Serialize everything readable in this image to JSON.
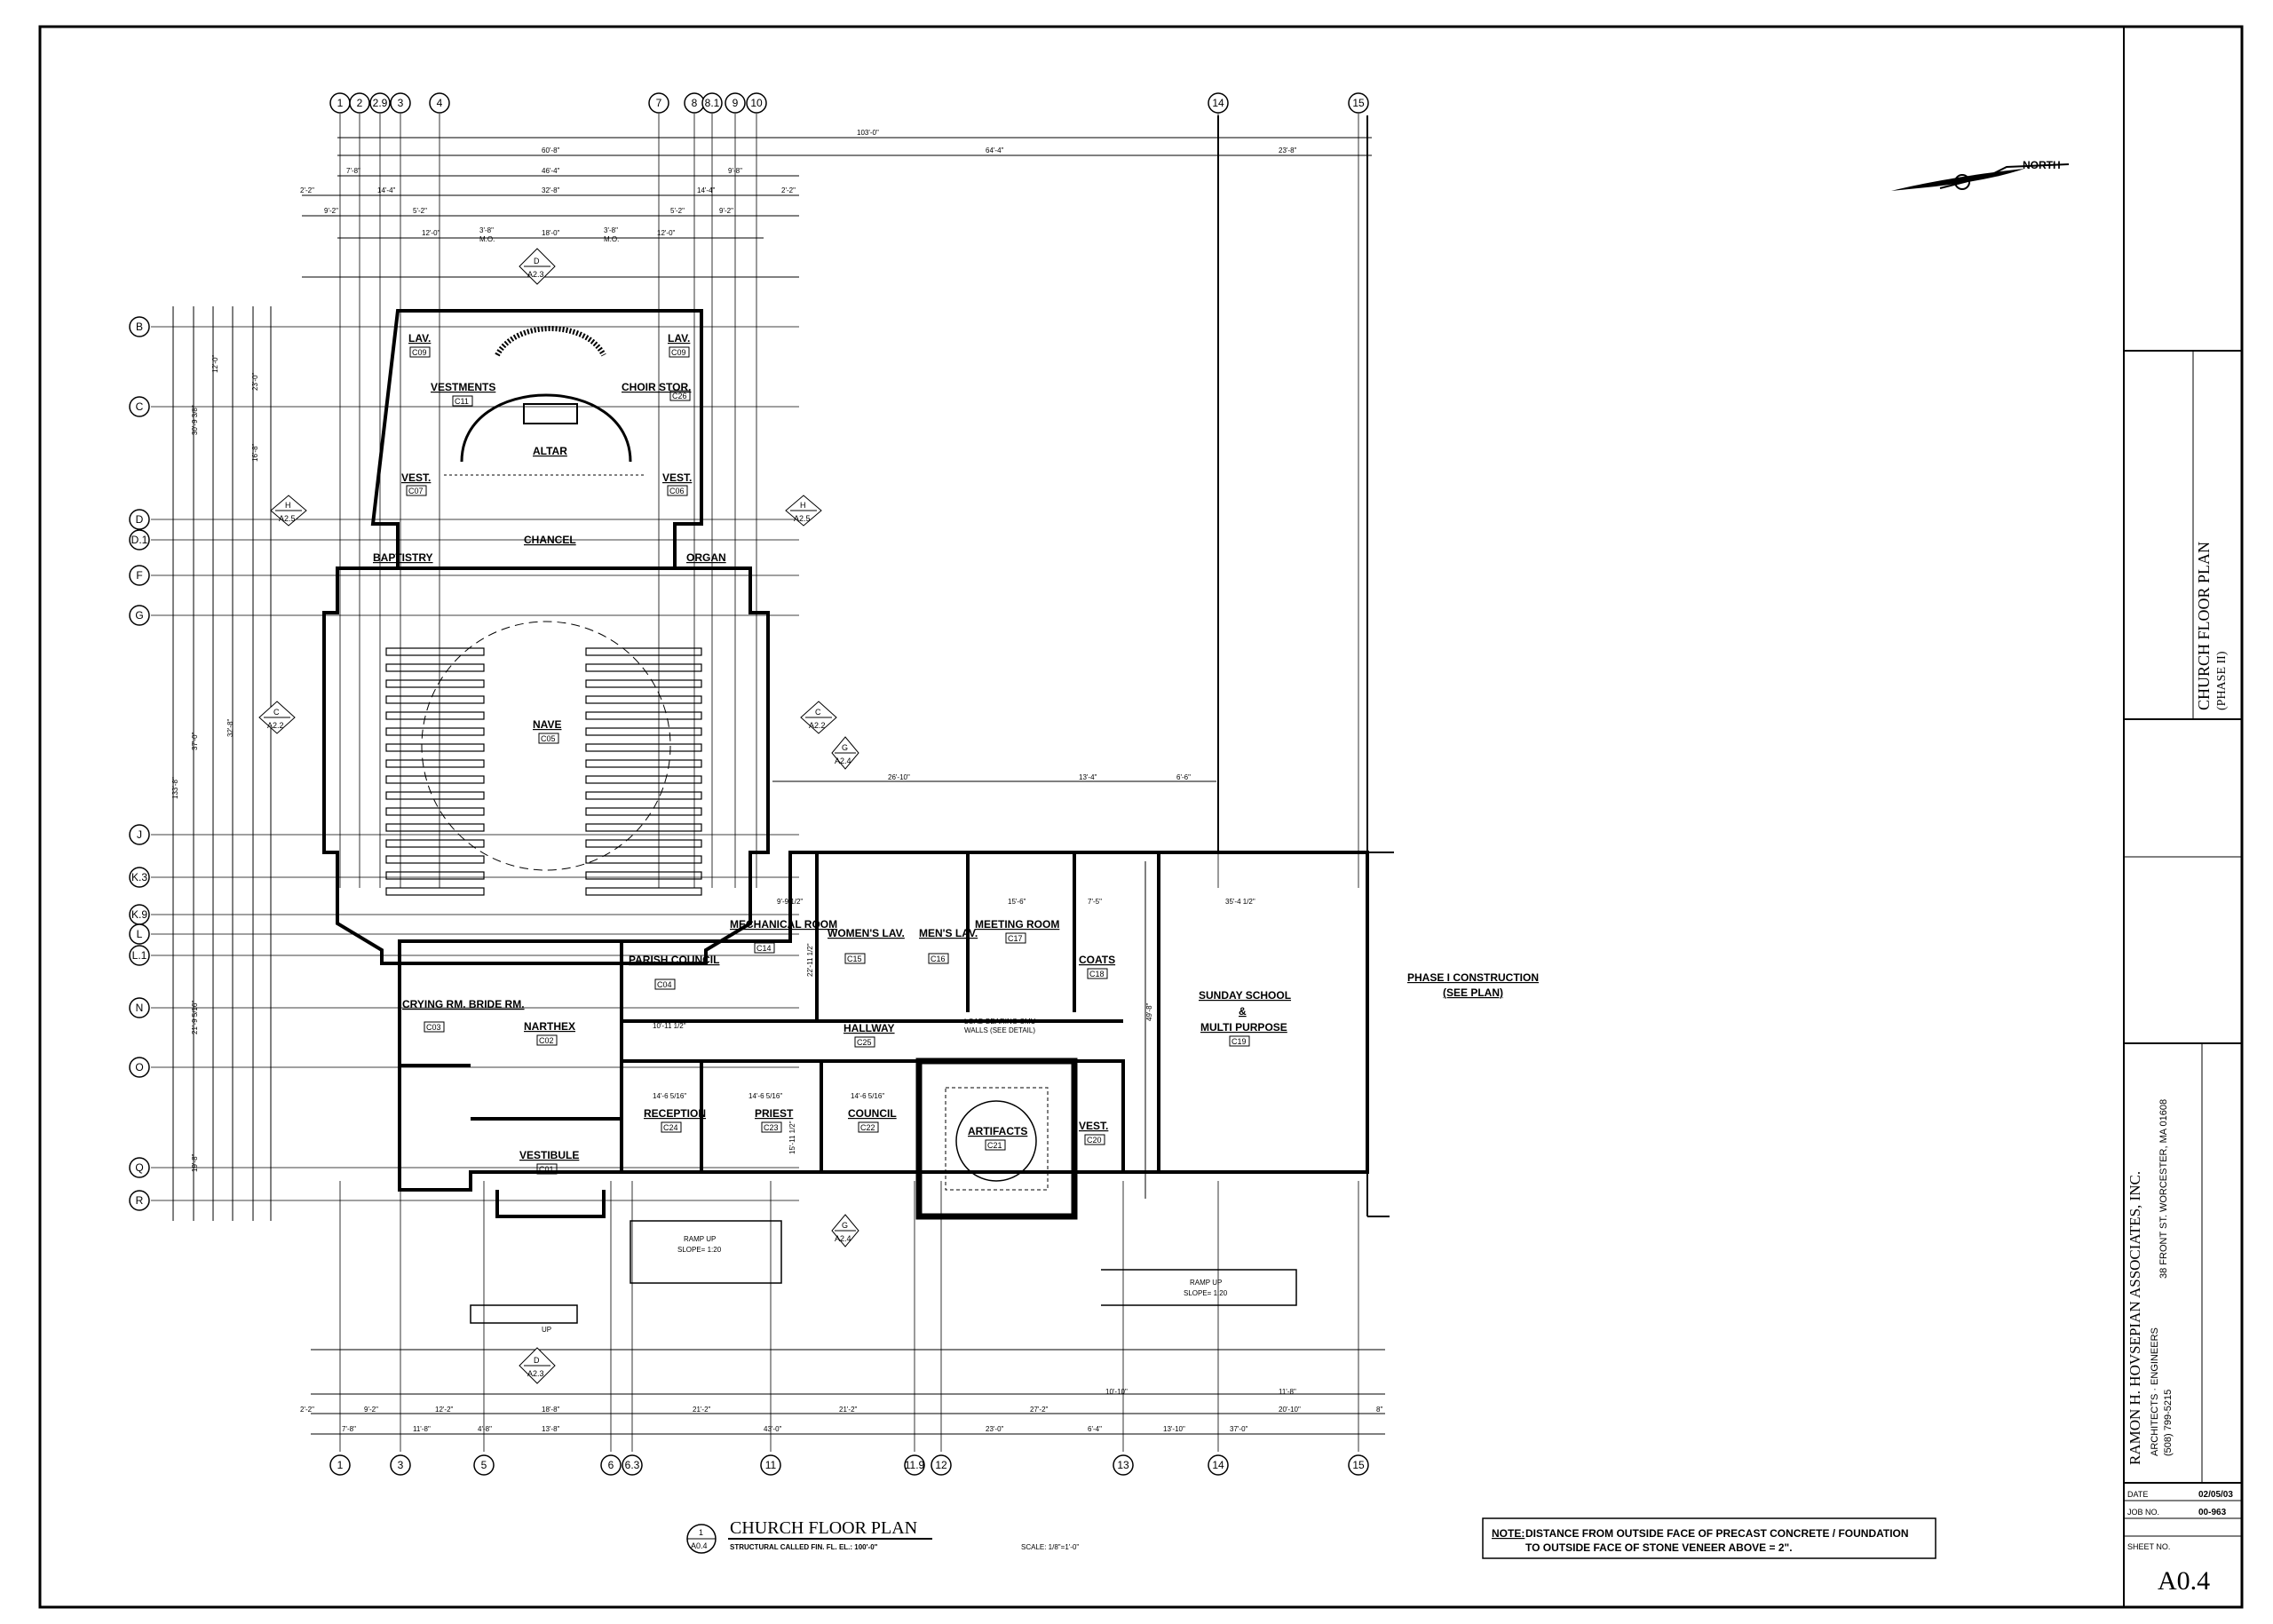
{
  "drawing": {
    "title": "CHURCH FLOOR PLAN",
    "subtitle": "STRUCTURAL CALLED FIN. FL. EL.: 100'-0\"",
    "scale": "SCALE: 1/8\"=1'-0\"",
    "callout_num": "1",
    "callout_sheet": "A0.4",
    "north_label": "NORTH",
    "phase_note_1": "PHASE I CONSTRUCTION",
    "phase_note_2": "(SEE PLAN)",
    "note_label": "NOTE:",
    "note_line1": "DISTANCE FROM OUTSIDE FACE OF PRECAST CONCRETE / FOUNDATION",
    "note_line2": "TO OUTSIDE FACE OF STONE VENEER ABOVE = 2\".",
    "load_note_1": "LOAD BEARING CMU",
    "load_note_2": "WALLS (SEE DETAIL)",
    "ramp_1a": "RAMP UP",
    "ramp_1b": "SLOPE= 1:20",
    "ramp_2a": "RAMP UP",
    "ramp_2b": "SLOPE= 1:20",
    "up_label": "UP"
  },
  "grid": {
    "top": [
      "1",
      "2",
      "2.9",
      "3",
      "4",
      "7",
      "8",
      "8.1",
      "9",
      "10",
      "14",
      "15"
    ],
    "bottom": [
      "1",
      "3",
      "5",
      "6",
      "6.3",
      "11",
      "11.9",
      "12",
      "13",
      "14",
      "15"
    ],
    "left": [
      "B",
      "C",
      "D",
      "D.1",
      "F",
      "G",
      "J",
      "K.3",
      "K.9",
      "L",
      "L.1",
      "N",
      "O",
      "Q",
      "R"
    ]
  },
  "rooms": [
    {
      "name": "LAV.",
      "tag": "C09"
    },
    {
      "name": "LAV.",
      "tag": "C09"
    },
    {
      "name": "VESTMENTS",
      "tag": "C11"
    },
    {
      "name": "CHOIR STOR.",
      "tag": "C26"
    },
    {
      "name": "ALTAR",
      "tag": ""
    },
    {
      "name": "VEST.",
      "tag": "C07"
    },
    {
      "name": "VEST.",
      "tag": "C06"
    },
    {
      "name": "CHANCEL",
      "tag": ""
    },
    {
      "name": "BAPTISTRY",
      "tag": ""
    },
    {
      "name": "ORGAN",
      "tag": ""
    },
    {
      "name": "NAVE",
      "tag": "C05"
    },
    {
      "name": "MECHANICAL ROOM",
      "tag": "C14"
    },
    {
      "name": "WOMEN'S LAV.",
      "tag": "C15"
    },
    {
      "name": "MEN'S LAV.",
      "tag": "C16"
    },
    {
      "name": "MEETING ROOM",
      "tag": "C17"
    },
    {
      "name": "COATS",
      "tag": "C18"
    },
    {
      "name": "SUNDAY SCHOOL",
      "tag": ""
    },
    {
      "name": "&",
      "tag": ""
    },
    {
      "name": "MULTI PURPOSE",
      "tag": "C19"
    },
    {
      "name": "PARISH COUNCIL",
      "tag": "C04"
    },
    {
      "name": "CRYING RM. BRIDE RM.",
      "tag": "C03"
    },
    {
      "name": "NARTHEX",
      "tag": "C02"
    },
    {
      "name": "HALLWAY",
      "tag": "C25"
    },
    {
      "name": "RECEPTION",
      "tag": "C24"
    },
    {
      "name": "PRIEST",
      "tag": "C23"
    },
    {
      "name": "COUNCIL",
      "tag": "C22"
    },
    {
      "name": "ARTIFACTS",
      "tag": "C21"
    },
    {
      "name": "VEST.",
      "tag": "C20"
    },
    {
      "name": "VESTIBULE",
      "tag": "C01"
    }
  ],
  "section_marks": [
    {
      "letter": "D",
      "sheet": "A2.3"
    },
    {
      "letter": "H",
      "sheet": "A2.5"
    },
    {
      "letter": "H",
      "sheet": "A2.5"
    },
    {
      "letter": "C",
      "sheet": "A2.2"
    },
    {
      "letter": "C",
      "sheet": "A2.2"
    },
    {
      "letter": "G",
      "sheet": "A2.4"
    },
    {
      "letter": "G",
      "sheet": "A2.4"
    },
    {
      "letter": "D",
      "sheet": "A2.3"
    }
  ],
  "dimensions": {
    "top_overall": "103'-0\"",
    "top_row1": [
      "60'-8\"",
      "64'-4\"",
      "23'-8\""
    ],
    "top_row2": [
      "7'-8\"",
      "46'-4\"",
      "9'-8\""
    ],
    "top_row3": [
      "2'-2\"",
      "14'-4\"",
      "32'-8\"",
      "14'-4\"",
      "2'-2\""
    ],
    "top_row4": [
      "9'-2\"",
      "5'-2\"",
      "5'-2\"",
      "9'-2\""
    ],
    "top_row5": [
      "12'-0\"",
      "3'-8\"",
      "18'-0\"",
      "3'-8\"",
      "12'-0\""
    ],
    "mo": "M.O.",
    "bottom_row1": [
      "7'-8\"",
      "11'-8\"",
      "4'-8\"",
      "13'-8\"",
      "43'-0\"",
      "23'-0\"",
      "6'-4\"",
      "13'-10\"",
      "37'-0\"",
      "20'-10\"",
      "8\""
    ],
    "bottom_row2": [
      "2'-2\"",
      "9'-2\"",
      "12'-2\"",
      "18'-8\"",
      "21'-2\"",
      "21'-2\"",
      "27'-2\"",
      "10'-10\"",
      "11'-8\""
    ],
    "left_overall": "133'-8\"",
    "left_sub": [
      "30'-9 3/8\"",
      "37'-0\"",
      "21'-9 5/16\"",
      "19'-8\"",
      "12'-0\"",
      "23'-0\"",
      "16'-8\"",
      "32'-8\""
    ],
    "wing": [
      "26'-10\"",
      "13'-4\"",
      "6'-6\"",
      "15'-6\"",
      "7'-5\"",
      "35'-4 1/2\"",
      "49'-8\"",
      "9'-9 1/2\"",
      "22'-11 1/2\"",
      "10'-11 1/2\"",
      "14'-6 5/16\"",
      "14'-6 5/16\"",
      "14'-6 5/16\"",
      "15'-11 1/2\""
    ]
  },
  "title_block": {
    "sheet_title": "CHURCH FLOOR PLAN",
    "sheet_phase": "(PHASE II)",
    "firm": "RAMON H. HOVSEPIAN ASSOCIATES, INC.",
    "address": "38 FRONT ST. WORCESTER, MA 01608",
    "discipline": "ARCHITECTS · ENGINEERS",
    "phone": "(508) 799-5215",
    "date_label": "DATE",
    "date": "02/05/03",
    "job_label": "JOB NO.",
    "job": "00-963",
    "sheet_label": "SHEET NO.",
    "sheet": "A0.4"
  }
}
